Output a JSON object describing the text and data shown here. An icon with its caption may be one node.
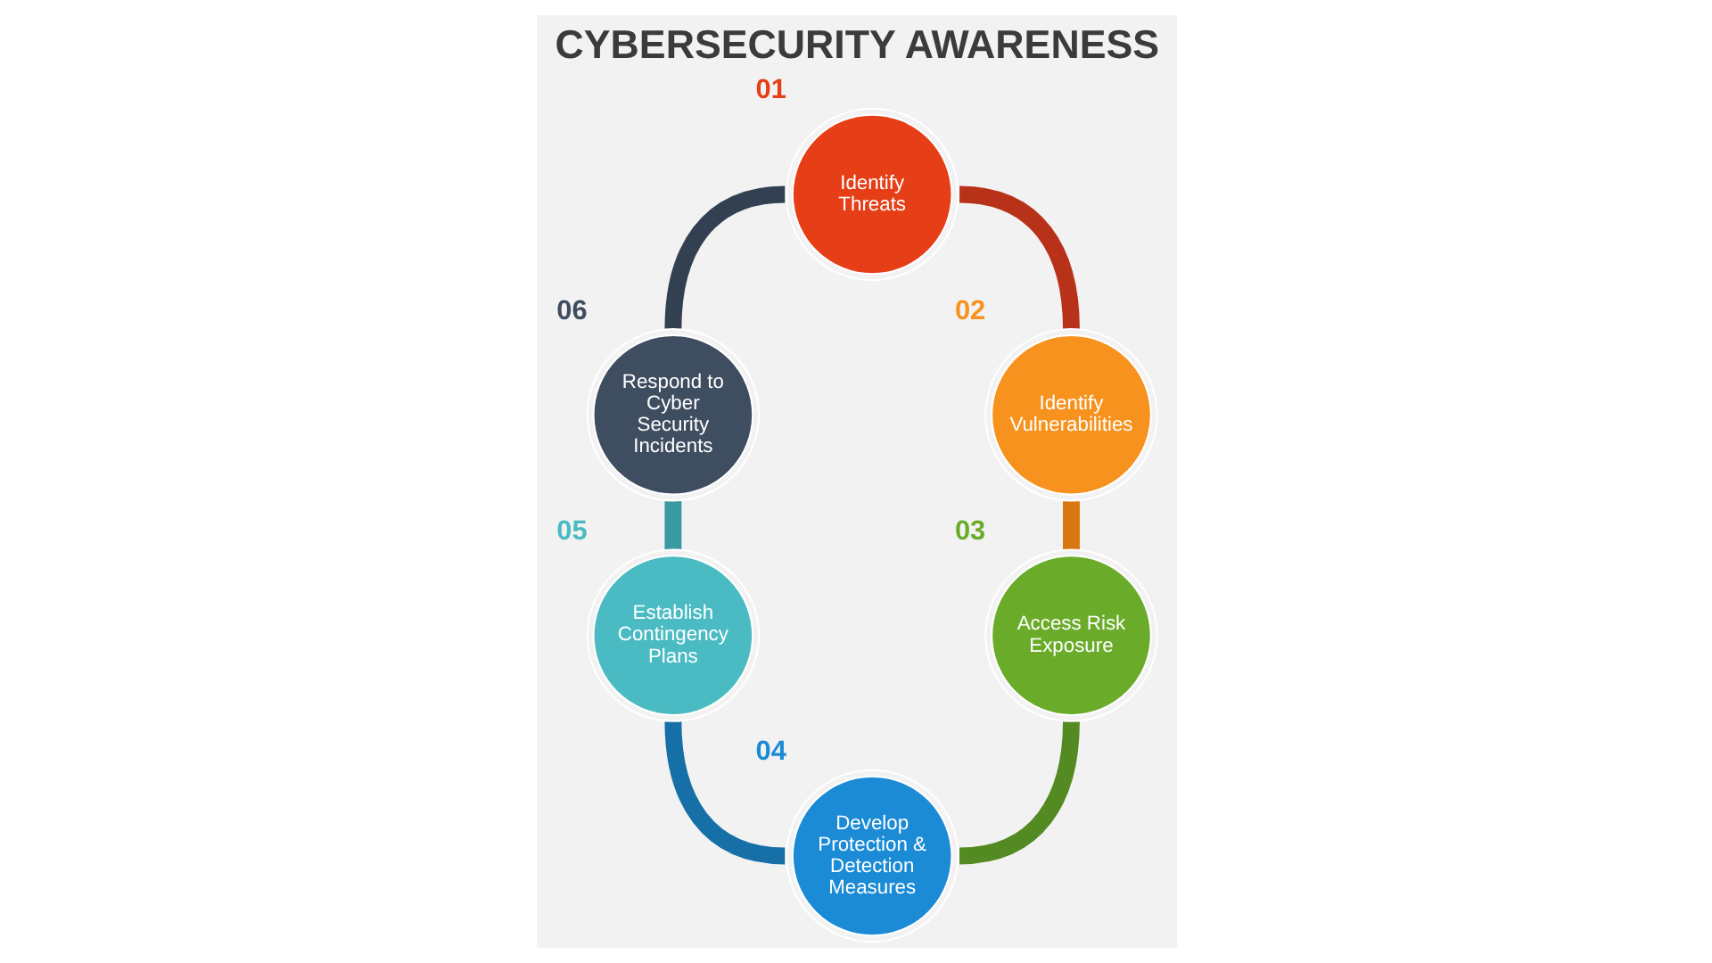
{
  "diagram": {
    "title": "CYBERSECURITY AWARENESS",
    "nodes": [
      {
        "text": [
          "Identify Threats"
        ],
        "beside": [
          "01"
        ]
      },
      {
        "text": [
          "Identify Vulnerabilities"
        ],
        "beside": [
          "02"
        ]
      },
      {
        "text": [
          "Access Risk Exposure"
        ],
        "beside": [
          "03"
        ]
      },
      {
        "text": [
          "Develop Protection & Detection Measures"
        ],
        "beside": [
          "04"
        ]
      },
      {
        "text": [
          "Establish Contingency Plans"
        ],
        "beside": [
          "05"
        ]
      },
      {
        "text": [
          "Respond to Cyber Security Incidents"
        ],
        "beside": [
          "06"
        ]
      }
    ],
    "edges": [
      {
        "from": 0,
        "to": 1,
        "arrow": "none",
        "color": "#b8321a"
      },
      {
        "from": 1,
        "to": 2,
        "arrow": "none",
        "color": "#d9760f"
      },
      {
        "from": 2,
        "to": 3,
        "arrow": "none",
        "color": "#548a22"
      },
      {
        "from": 3,
        "to": 4,
        "arrow": "none",
        "color": "#176fa8"
      },
      {
        "from": 4,
        "to": 5,
        "arrow": "none",
        "color": "#3a9aa2"
      },
      {
        "from": 5,
        "to": 0,
        "arrow": "none",
        "color": "#334052"
      }
    ]
  }
}
